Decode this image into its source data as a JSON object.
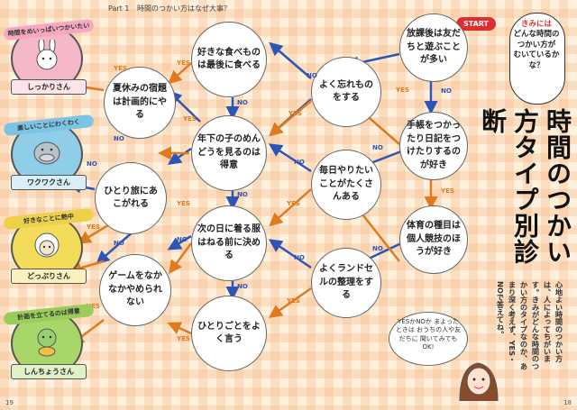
{
  "header": {
    "part": "Part 1",
    "title": "時間のつかい方はなぜ大事？"
  },
  "page_numbers": {
    "left": "19",
    "right": "18"
  },
  "start_label": "START",
  "title_bubble": {
    "line1": "きみには",
    "line2": "どんな時間のつかい方が",
    "line3": "むいているかな？"
  },
  "main_title": "時間のつかい方タイプ別診断",
  "description": "心地よい時間のつかい方は、人によってちがいます。きみがどんな時間のつかい方のタイプなのか、あまり深く考えず、YES・NOで答えてね。",
  "speech_bubble": "YESかNOか まよったときは おうちの人や友だちに 聞いてみてもOK!",
  "yes_label": "YES",
  "no_label": "NO",
  "questions": [
    {
      "id": "q1",
      "text": "放課後は友だちと遊ぶことが多い"
    },
    {
      "id": "q2",
      "text": "手帳をつかったり日記をつけたりするのが好き"
    },
    {
      "id": "q3",
      "text": "体育の種目は個人競技のほうが好き"
    },
    {
      "id": "q4",
      "text": "よく忘れものをする"
    },
    {
      "id": "q5",
      "text": "毎日やりたいことがたくさんある"
    },
    {
      "id": "q6",
      "text": "よくランドセルの整理をする"
    },
    {
      "id": "q7",
      "text": "好きな食べものは最後に食べる"
    },
    {
      "id": "q8",
      "text": "夏休みの宿題は計画的にやる"
    },
    {
      "id": "q9",
      "text": "年下の子のめんどうを見るのは得意"
    },
    {
      "id": "q10",
      "text": "ひとり旅にあこがれる"
    },
    {
      "id": "q11",
      "text": "次の日に着る服はねる前に決める"
    },
    {
      "id": "q12",
      "text": "ゲームをなかなかやめられない"
    },
    {
      "id": "q13",
      "text": "ひとりごとをよく言う"
    }
  ],
  "results": [
    {
      "tagline": "時間をめいっぱいつかいたい",
      "name": "しっかりさん",
      "color": "#f4b8c8"
    },
    {
      "tagline": "楽しいことにわくわく",
      "name": "ワクワクさん",
      "color": "#8fcde8"
    },
    {
      "tagline": "好きなことに熱中",
      "name": "どっぷりさん",
      "color": "#f2dc5a"
    },
    {
      "tagline": "計画を立てるのは得意",
      "name": "しんちょうさん",
      "color": "#a9d66b"
    }
  ],
  "colors": {
    "yes": "#e07a1c",
    "no": "#2b56b8",
    "start": "#df2d2d"
  }
}
